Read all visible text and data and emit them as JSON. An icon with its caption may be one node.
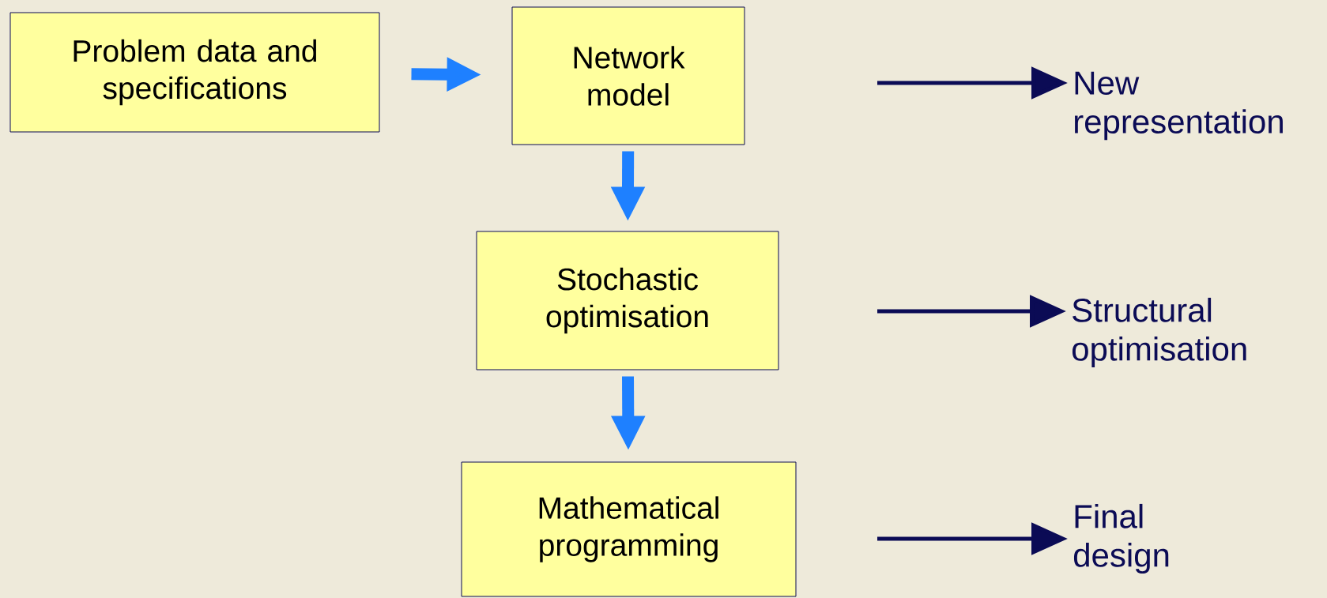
{
  "diagram": {
    "nodes": [
      {
        "text": [
          "Problem data and specifications"
        ]
      },
      {
        "text": [
          "Network model"
        ]
      },
      {
        "text": [
          "Stochastic optimisation"
        ]
      },
      {
        "text": [
          "Mathematical programming"
        ]
      },
      {
        "text": [
          "New representation"
        ]
      },
      {
        "text": [
          "Structural optimisation"
        ]
      },
      {
        "text": [
          "Final design"
        ]
      }
    ],
    "edges": [
      {
        "from": 0,
        "to": 1,
        "arrow": "to",
        "style": "thick",
        "color": "#1e80ff"
      },
      {
        "from": 1,
        "to": 2,
        "arrow": "to",
        "style": "thick",
        "color": "#1e80ff"
      },
      {
        "from": 2,
        "to": 3,
        "arrow": "to",
        "style": "thick",
        "color": "#1e80ff"
      },
      {
        "from": null,
        "to": 4,
        "arrow": "to",
        "color": "#0b0b55"
      },
      {
        "from": null,
        "to": 5,
        "arrow": "to",
        "color": "#0b0b55"
      },
      {
        "from": null,
        "to": 6,
        "arrow": "to",
        "color": "#0b0b55"
      }
    ]
  }
}
